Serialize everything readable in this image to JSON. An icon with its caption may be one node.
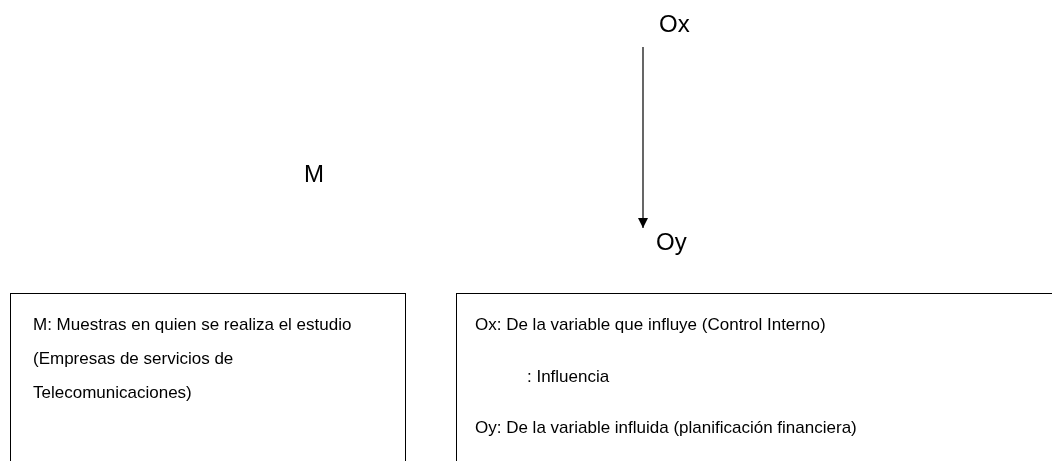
{
  "diagram": {
    "nodes": [
      {
        "text": [
          "M"
        ]
      },
      {
        "text": [
          "Ox"
        ]
      },
      {
        "text": [
          "Oy"
        ]
      },
      {
        "text": [
          "M: Muestras en quien se realiza el estudio (Empresas de servicios de Telecomunicaciones)"
        ]
      },
      {
        "text": [
          "Ox: De la variable que influye (Control Interno)",
          ": Influencia",
          "Oy: De la variable influida (planificación financiera)"
        ]
      }
    ],
    "edges": [
      {
        "from": 1,
        "to": 2,
        "arrow": "to"
      }
    ]
  }
}
